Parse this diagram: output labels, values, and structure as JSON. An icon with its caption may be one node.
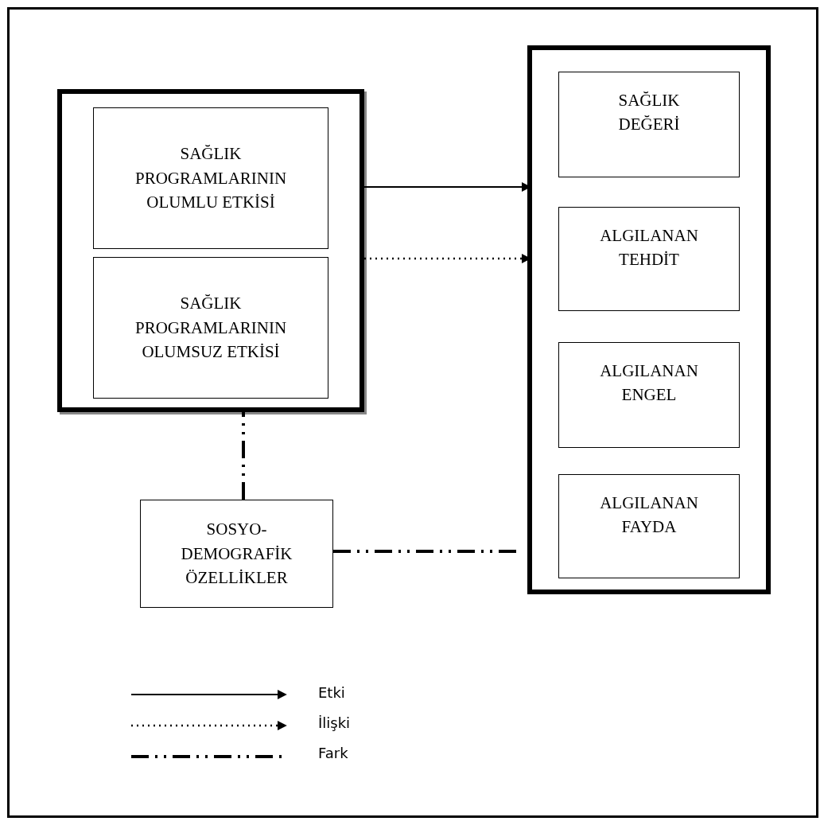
{
  "diagram": {
    "nodes": [
      {
        "text": [],
        "shape": "box"
      },
      {
        "text": [
          "SAĞLIK PROGRAMLARININ OLUMLU ETKİSİ"
        ],
        "in": 0
      },
      {
        "text": [
          "SAĞLIK PROGRAMLARININ OLUMSUZ ETKİSİ"
        ],
        "in": 0
      },
      {
        "text": [],
        "shape": "box"
      },
      {
        "text": [
          "SAĞLIK DEĞERİ"
        ],
        "in": 3
      },
      {
        "text": [
          "ALGILANAN TEHDİT"
        ],
        "in": 3
      },
      {
        "text": [
          "ALGILANAN ENGEL"
        ],
        "in": 3
      },
      {
        "text": [
          "ALGILANAN FAYDA"
        ],
        "in": 3
      },
      {
        "text": [
          "SOSYO- DEMOGRAFİK ÖZELLİKLER"
        ]
      }
    ],
    "edges": [
      {
        "from": 0,
        "to": 3,
        "arrow": "to"
      },
      {
        "from": 0,
        "to": 3,
        "arrow": "to",
        "style": "dashed"
      },
      {
        "from": 8,
        "to": 0,
        "arrow": "none",
        "style": "dashed"
      },
      {
        "from": 8,
        "to": 3,
        "arrow": "none",
        "style": "dashed"
      }
    ],
    "legend": [
      {
        "text": "Etki"
      },
      {
        "text": "İlişki"
      },
      {
        "text": "Fark"
      }
    ]
  }
}
